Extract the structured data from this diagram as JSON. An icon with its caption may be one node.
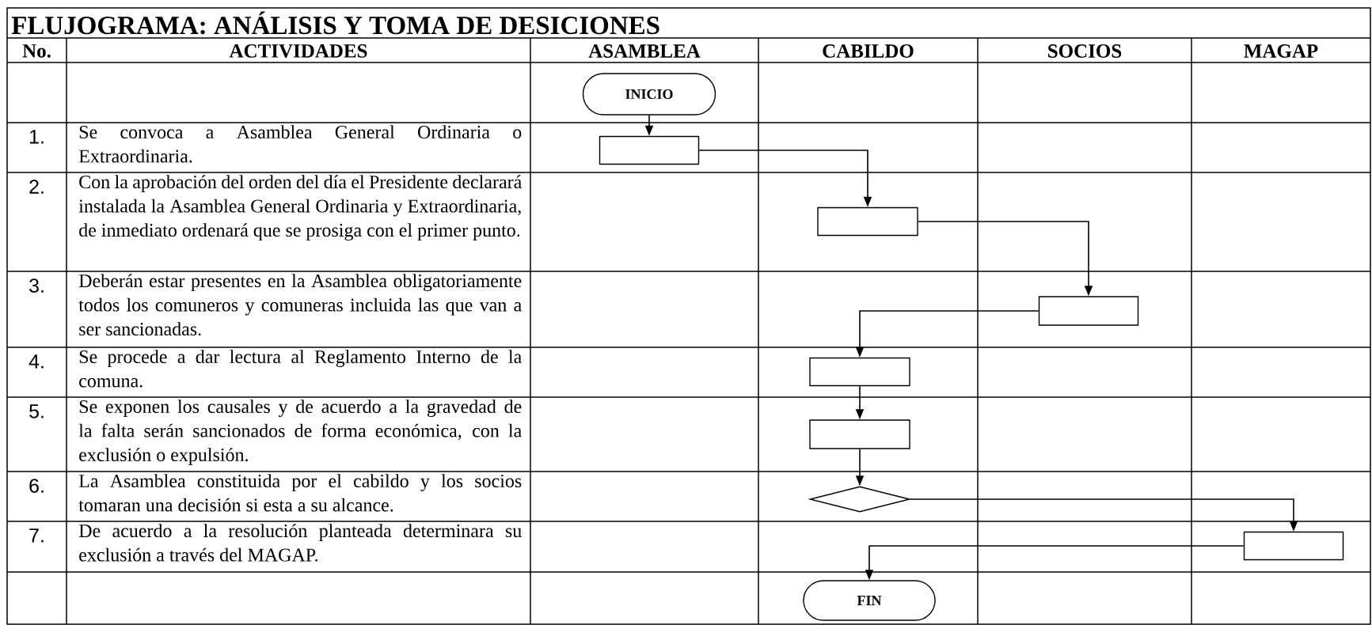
{
  "diagram": {
    "title": "FLUJOGRAMA: ANÁLISIS Y TOMA DE DESICIONES",
    "nodes": [
      {
        "text": [
          "INICIO"
        ]
      },
      {
        "text": [],
        "shape": "box"
      },
      {
        "text": [],
        "shape": "box"
      },
      {
        "text": [],
        "shape": "box"
      },
      {
        "text": [],
        "shape": "box"
      },
      {
        "text": [],
        "shape": "box"
      },
      {
        "text": [],
        "shape": "diamond"
      },
      {
        "text": [],
        "shape": "box"
      },
      {
        "text": [
          "FIN"
        ]
      }
    ],
    "edges": [
      {
        "from": 0,
        "to": 1,
        "arrow": "to"
      },
      {
        "from": 1,
        "to": 2,
        "arrow": "to"
      },
      {
        "from": 2,
        "to": 3,
        "arrow": "to"
      },
      {
        "from": 3,
        "to": 4,
        "arrow": "to"
      },
      {
        "from": 4,
        "to": 5,
        "arrow": "to"
      },
      {
        "from": 5,
        "to": 6,
        "arrow": "to"
      },
      {
        "from": 6,
        "to": 7,
        "arrow": "to"
      },
      {
        "from": 7,
        "to": 8,
        "arrow": "to"
      }
    ],
    "labels": [
      "No.",
      "ACTIVIDADES",
      "ASAMBLEA",
      "CABILDO",
      "SOCIOS",
      "MAGAP",
      "1.",
      "Se convoca a Asamblea General Ordinaria o Extraordinaria.",
      "2.",
      "Con la aprobación del orden del día el Presidente declarará instalada la Asamblea General Ordinaria y Extraordinaria, de inmediato ordenará que se prosiga con el primer punto.",
      "3.",
      "Deberán estar presentes en la Asamblea obligatoriamente todos los comuneros y comuneras incluida las que van a ser sancionadas.",
      "4.",
      "Se procede a dar lectura al Reglamento Interno de la comuna.",
      "5.",
      "Se exponen los causales y de acuerdo a la gravedad de la falta serán sancionados de forma económica, con la exclusión o expulsión.",
      "6.",
      "La Asamblea constituida por el cabildo y los socios tomaran una decisión si esta a su alcance.",
      "7.",
      "De acuerdo a la resolución planteada determinara su exclusión a través del MAGAP."
    ]
  }
}
